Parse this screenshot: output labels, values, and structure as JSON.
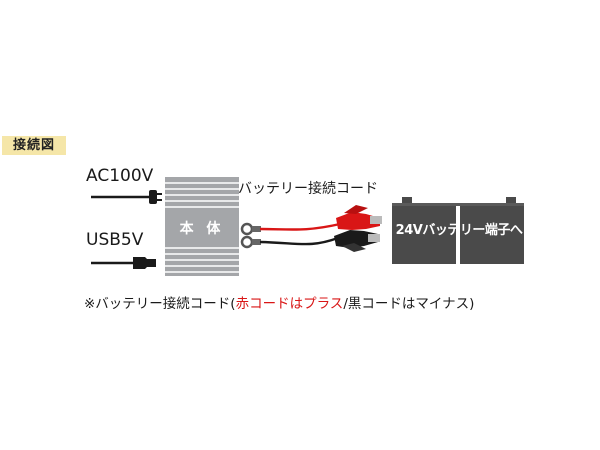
{
  "title_badge": "接続図",
  "inputs": {
    "ac_label": "AC100V",
    "usb_label": "USB5V"
  },
  "unit": {
    "label": "本 体"
  },
  "cord": {
    "label": "バッテリー接続コード"
  },
  "battery": {
    "label": "24Vバッテリー端子へ"
  },
  "note": {
    "prefix": "※バッテリー接続コード(",
    "red_part": "赤コードはプラス",
    "suffix": "/黒コードはマイナス)"
  },
  "colors": {
    "badge_bg": "#f5e6a8",
    "unit_body": "#a4a6a9",
    "battery_body": "#4a4a4a",
    "red_cable": "#d91616",
    "black_cable": "#1a1a1a"
  }
}
